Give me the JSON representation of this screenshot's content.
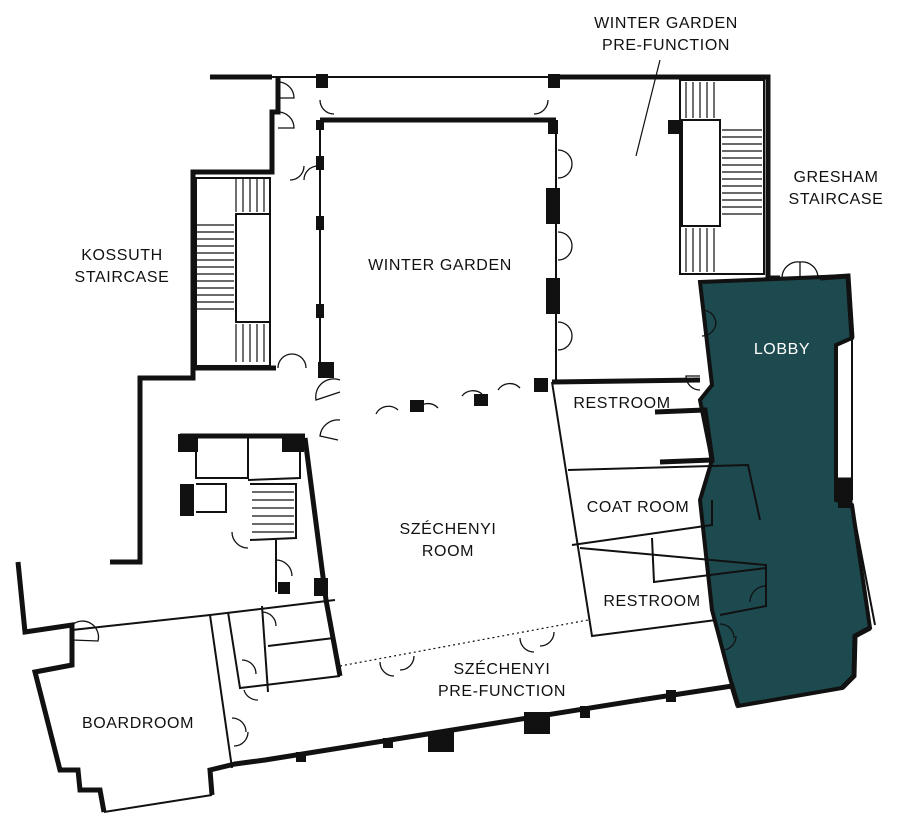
{
  "floorplan": {
    "labels": {
      "winter_garden_prefunction_l1": "WINTER GARDEN",
      "winter_garden_prefunction_l2": "PRE-FUNCTION",
      "gresham_l1": "GRESHAM",
      "gresham_l2": "STAIRCASE",
      "kossuth_l1": "KOSSUTH",
      "kossuth_l2": "STAIRCASE",
      "winter_garden": "WINTER GARDEN",
      "lobby": "LOBBY",
      "restroom_upper": "RESTROOM",
      "coat_room": "COAT ROOM",
      "restroom_lower": "RESTROOM",
      "szechenyi_room_l1": "SZÉCHENYI",
      "szechenyi_room_l2": "ROOM",
      "szechenyi_prefunction_l1": "SZÉCHENYI",
      "szechenyi_prefunction_l2": "PRE-FUNCTION",
      "boardroom": "BOARDROOM"
    },
    "colors": {
      "lobby_fill": "#1c4a4f",
      "walls": "#111111",
      "background": "#ffffff"
    }
  }
}
